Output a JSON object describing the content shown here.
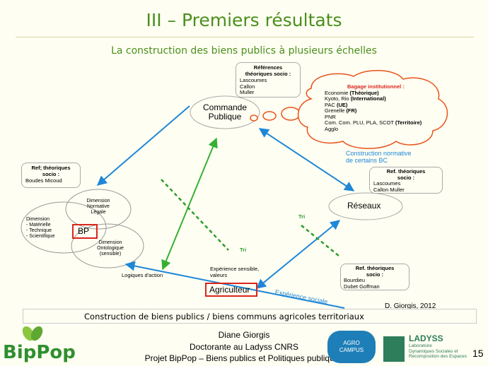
{
  "header": {
    "title": "III – Premiers résultats",
    "subtitle": "La construction des biens publics à plusieurs échelles"
  },
  "nodes": {
    "commande": [
      "Commande",
      "Publique"
    ],
    "reseaux": "Réseaux",
    "bp": "BP",
    "agriculteur": "Agriculteur"
  },
  "bubbles": {
    "ref_socio_top": {
      "title": [
        "Références",
        "théoriques socio :"
      ],
      "items": [
        "Lascoumes",
        "Callon",
        "Muller"
      ]
    },
    "bagage": {
      "title": "Bagage institutionnel :",
      "lines": [
        {
          "text": "Economie ",
          "bold": "(Théorique)"
        },
        {
          "text": "Kyoto, Rio ",
          "bold": "(International)"
        },
        {
          "text": "PAC ",
          "bold": "(UE)"
        },
        {
          "text": "Grenelle ",
          "bold": "(FR)"
        },
        {
          "text": "PNR",
          "bold": ""
        },
        {
          "text": "Com. Com.  PLU, PLA, SCOT ",
          "bold": "(Territoire)"
        },
        {
          "text": "Agglo",
          "bold": ""
        }
      ]
    },
    "ref_left": {
      "title": [
        "Ref; théoriques",
        "socio :"
      ],
      "items": [
        "Boudes Micoud"
      ]
    },
    "ref_right": {
      "title": [
        "Ref. théoriques",
        "socio :"
      ],
      "items": [
        "Lascoumes",
        "Callon Muller"
      ]
    },
    "ref_bottom": {
      "title": [
        "Ref. théoriques",
        "socio :"
      ],
      "items": [
        "Bourdieu",
        "Dubet Goffman"
      ]
    }
  },
  "dimensions": {
    "normative": [
      "Dimension",
      "Normative",
      "Légale"
    ],
    "materielle": [
      "Dimension",
      "- Matérielle",
      "- Technique",
      "- Scientifique"
    ],
    "ontologique": [
      "Dimension",
      "Ontologique",
      "(sensible)"
    ]
  },
  "labels": {
    "construction": [
      "Construction normative",
      "de certains BC"
    ],
    "tri1": "Tri",
    "tri2": "Tri",
    "logiques": "Logiques d'action",
    "experience_sensible": [
      "Expérience sensible,",
      "valeurs"
    ],
    "experience_sociale": "Expérience sociale",
    "credit": "D. Giorgis, 2012"
  },
  "bottom_bar": "Construction de biens publics / biens communs agricoles territoriaux",
  "footer": {
    "name": "Diane Giorgis",
    "role": "Doctorante au Ladyss CNRS",
    "project": "Projet BipPop – Biens publics et Politiques publiques",
    "page": "15"
  },
  "logos": {
    "bippop": "BipPop",
    "agro": [
      "AGRO",
      "CAMPUS"
    ],
    "ladyss": "LADYSS",
    "ladyss_sub": [
      "Laboratoire",
      "Dynamiques Sociales et",
      "Recomposition des Espaces"
    ]
  },
  "colors": {
    "title": "#4a8f1d",
    "arrow_blue": "#1e87d8",
    "arrow_green": "#35b035",
    "bagage_border": "#e8531a",
    "highlight": "#d9261c"
  }
}
